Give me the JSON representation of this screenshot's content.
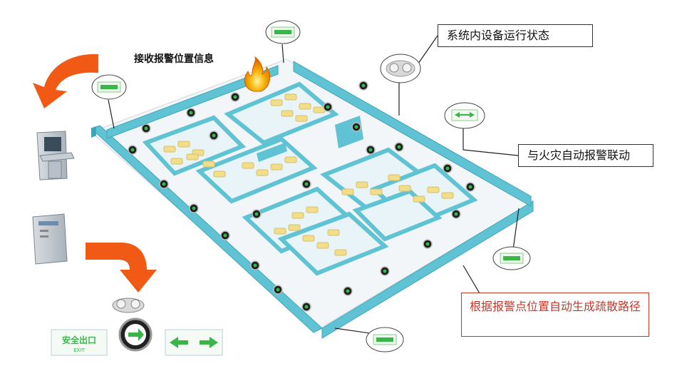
{
  "labels": {
    "receive_alarm": "接收报警位置信息",
    "system_status": "系统内设备运行状态",
    "fire_linkage": "与火灾自动报警联动",
    "route_gen": "根据报警点位置自动生成疏散路径"
  },
  "exit_sign_text": "安全出口",
  "exit_sign_sub": "EXIT",
  "colors": {
    "floor": "#f2f6f8",
    "wall": "#5fc3d4",
    "wall_dark": "#3ea5b8",
    "desk": "#f2dd8a",
    "arrow": "#f05a14",
    "sign_green": "#39b54a",
    "route_red": "#c0392b"
  }
}
